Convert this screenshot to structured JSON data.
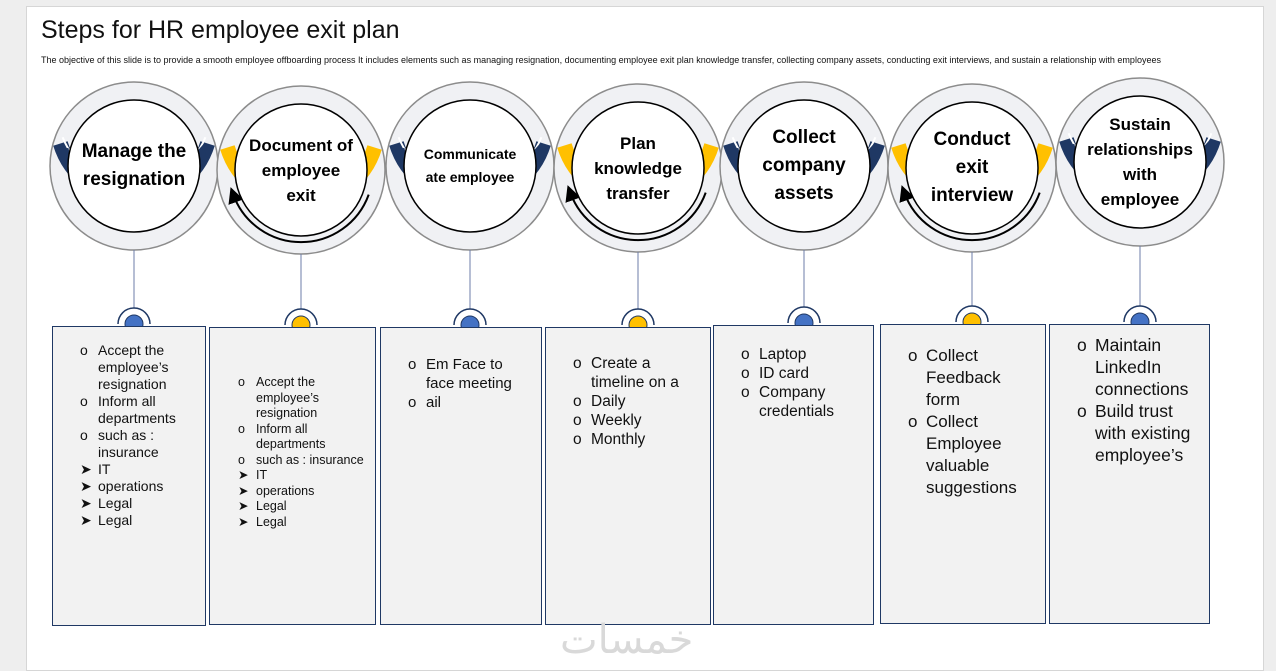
{
  "title": "Steps for HR employee exit plan",
  "description": "The objective of this slide is to provide a smooth employee offboarding process It includes elements such as managing resignation, documenting employee exit plan knowledge transfer, collecting company assets, conducting exit interviews, and sustain a relationship with employees",
  "colors": {
    "navy": "#1f3864",
    "gold": "#ffc000",
    "dot_blue": "#4472c4",
    "gray_ring": "#f0f1f4"
  },
  "steps": [
    {
      "label": "Manage  the\nresignation",
      "accent": "navy",
      "items": [
        {
          "bullet": "o",
          "text": "Accept the employee’s resignation"
        },
        {
          "bullet": "o",
          "text": "Inform all departments"
        },
        {
          "bullet": "o",
          "text": "such as : insurance"
        },
        {
          "bullet": "➤",
          "text": "IT"
        },
        {
          "bullet": "➤",
          "text": "operations"
        },
        {
          "bullet": "➤",
          "text": "Legal"
        },
        {
          "bullet": "➤",
          "text": "Legal"
        }
      ]
    },
    {
      "label": "Document of\nemployee\nexit",
      "accent": "gold",
      "items": [
        {
          "bullet": "o",
          "text": "Accept the employee’s resignation"
        },
        {
          "bullet": "o",
          "text": "Inform all departments"
        },
        {
          "bullet": "o",
          "text": "such as : insurance"
        },
        {
          "bullet": "➤",
          "text": "IT"
        },
        {
          "bullet": "➤",
          "text": "operations"
        },
        {
          "bullet": "➤",
          "text": "Legal"
        },
        {
          "bullet": "➤",
          "text": "Legal"
        }
      ]
    },
    {
      "label": "Communicate\nate employee",
      "accent": "navy",
      "items": [
        {
          "bullet": "o",
          "text": "Em Face to face meeting"
        },
        {
          "bullet": "o",
          "text": "ail"
        }
      ]
    },
    {
      "label": "Plan\nknowledge\ntransfer",
      "accent": "gold",
      "items": [
        {
          "bullet": "o",
          "text": "Create a timeline on a"
        },
        {
          "bullet": "o",
          "text": "Daily"
        },
        {
          "bullet": "o",
          "text": "Weekly"
        },
        {
          "bullet": "o",
          "text": "Monthly"
        }
      ]
    },
    {
      "label": "Collect\ncompany\nassets",
      "accent": "navy",
      "items": [
        {
          "bullet": "o",
          "text": "Laptop"
        },
        {
          "bullet": "o",
          "text": "ID card"
        },
        {
          "bullet": "o",
          "text": "Company credentials"
        }
      ]
    },
    {
      "label": "Conduct\nexit\ninterview",
      "accent": "gold",
      "items": [
        {
          "bullet": "o",
          "text": "Collect Feedback form"
        },
        {
          "bullet": "o",
          "text": "Collect Employee valuable suggestions"
        }
      ]
    },
    {
      "label": "Sustain\nrelationships\nwith\nemployee",
      "accent": "navy",
      "items": [
        {
          "bullet": "o",
          "text": "Maintain LinkedIn connections"
        },
        {
          "bullet": "o",
          "text": "Build trust with existing employee’s"
        }
      ]
    }
  ],
  "watermark": "خمسات"
}
